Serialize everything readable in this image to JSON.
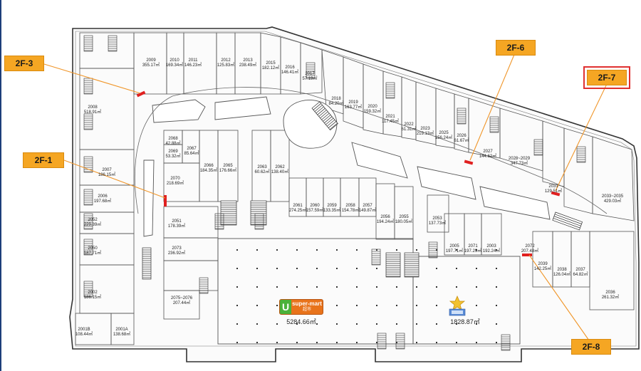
{
  "callouts": [
    {
      "id": "2F-3",
      "label": "2F-3",
      "selected": false
    },
    {
      "id": "2F-1",
      "label": "2F-1",
      "selected": false
    },
    {
      "id": "2F-6",
      "label": "2F-6",
      "selected": false
    },
    {
      "id": "2F-7",
      "label": "2F-7",
      "selected": true
    },
    {
      "id": "2F-8",
      "label": "2F-8",
      "selected": false
    }
  ],
  "anchors": {
    "supermart_name": "super-mart",
    "supermart_sub": "超市",
    "supermart_area": "5284.66㎡",
    "food_area": "1828.87㎡"
  },
  "units": [
    {
      "no": "2009",
      "area": "355.17㎡"
    },
    {
      "no": "2010",
      "area": "169.34㎡"
    },
    {
      "no": "2011",
      "area": "146.23㎡"
    },
    {
      "no": "2012",
      "area": "125.83㎡"
    },
    {
      "no": "2013",
      "area": "238.49㎡"
    },
    {
      "no": "2015",
      "area": "182.12㎡"
    },
    {
      "no": "2016",
      "area": "146.41㎡"
    },
    {
      "no": "2017",
      "area": "57.19㎡"
    },
    {
      "no": "2018",
      "area": "84.20㎡"
    },
    {
      "no": "2019",
      "area": "163.77㎡"
    },
    {
      "no": "2020",
      "area": "159.32㎡"
    },
    {
      "no": "2021",
      "area": "117.45㎡"
    },
    {
      "no": "2022",
      "area": "61.31㎡"
    },
    {
      "no": "2023",
      "area": "219.13㎡"
    },
    {
      "no": "2025",
      "area": "156.24㎡"
    },
    {
      "no": "2026",
      "area": "61.67㎡"
    },
    {
      "no": "2027",
      "area": "144.62㎡"
    },
    {
      "no": "2028~2029",
      "area": "347.73㎡"
    },
    {
      "no": "2031",
      "area": "129.51㎡"
    },
    {
      "no": "2033~2035",
      "area": "429.03㎡"
    },
    {
      "no": "2008",
      "area": "518.91㎡"
    },
    {
      "no": "2068",
      "area": "42.88㎡"
    },
    {
      "no": "2069",
      "area": "53.32㎡"
    },
    {
      "no": "2067",
      "area": "85.64㎡"
    },
    {
      "no": "2066",
      "area": "184.35㎡"
    },
    {
      "no": "2065",
      "area": "176.66㎡"
    },
    {
      "no": "2063",
      "area": "60.62㎡"
    },
    {
      "no": "2062",
      "area": "138.40㎡"
    },
    {
      "no": "2007",
      "area": "186.15㎡"
    },
    {
      "no": "2070",
      "area": "218.69㎡"
    },
    {
      "no": "2006",
      "area": "197.68㎡"
    },
    {
      "no": "2061",
      "area": "274.25㎡"
    },
    {
      "no": "2060",
      "area": "157.59㎡"
    },
    {
      "no": "2059",
      "area": "133.35㎡"
    },
    {
      "no": "2058",
      "area": "154.78㎡"
    },
    {
      "no": "2057",
      "area": "149.87㎡"
    },
    {
      "no": "2056",
      "area": "194.24㎡"
    },
    {
      "no": "2055",
      "area": "180.05㎡"
    },
    {
      "no": "2053",
      "area": "137.73㎡"
    },
    {
      "no": "2005",
      "area": "197.71㎡"
    },
    {
      "no": "2071",
      "area": "197.29㎡"
    },
    {
      "no": "2003",
      "area": "192.24㎡"
    },
    {
      "no": "2072",
      "area": "207.48㎡"
    },
    {
      "no": "2052",
      "area": "229.39㎡"
    },
    {
      "no": "2051",
      "area": "178.39㎡"
    },
    {
      "no": "2050",
      "area": "187.71㎡"
    },
    {
      "no": "2073",
      "area": "236.92㎡"
    },
    {
      "no": "2039",
      "area": "142.25㎡"
    },
    {
      "no": "2038",
      "area": "126.04㎡"
    },
    {
      "no": "2037",
      "area": "64.82㎡"
    },
    {
      "no": "2036",
      "area": "261.32㎡"
    },
    {
      "no": "2002",
      "area": "186.15㎡"
    },
    {
      "no": "2075~2076",
      "area": "207.44㎡"
    },
    {
      "no": "2001B",
      "area": "108.44㎡"
    },
    {
      "no": "2001A",
      "area": "138.68㎡"
    }
  ],
  "colors": {
    "callout_fill": "#f5a623",
    "callout_line": "#f0962a",
    "selected_outline": "#e03030",
    "wall": "#444444",
    "entrance": "#e02020"
  }
}
